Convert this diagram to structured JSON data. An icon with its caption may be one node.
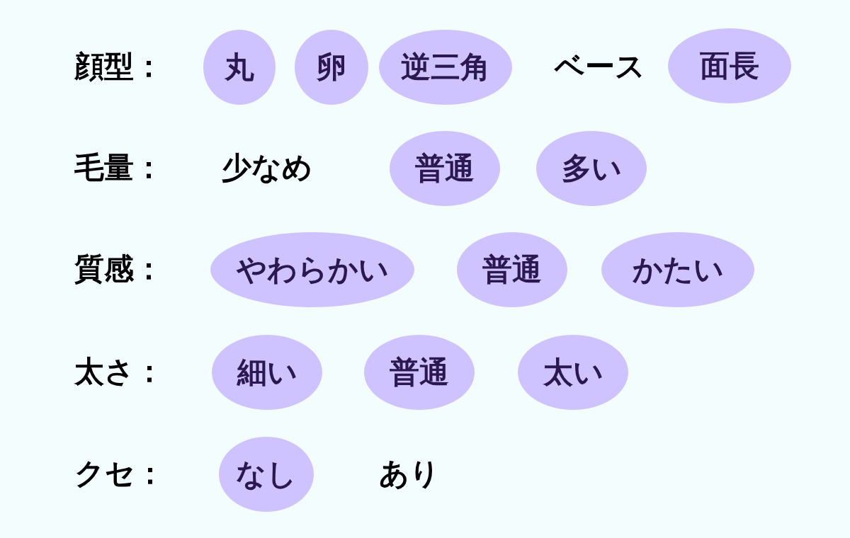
{
  "diagram": {
    "nodes": [
      {
        "text": [
          "丸"
        ]
      },
      {
        "text": [
          "卵"
        ]
      },
      {
        "text": [
          "逆三角"
        ]
      },
      {
        "text": [
          "面長"
        ]
      },
      {
        "text": [
          "普通"
        ]
      },
      {
        "text": [
          "多い"
        ]
      },
      {
        "text": [
          "やわらかい"
        ]
      },
      {
        "text": [
          "普通"
        ]
      },
      {
        "text": [
          "かたい"
        ]
      },
      {
        "text": [
          "細い"
        ]
      },
      {
        "text": [
          "普通"
        ]
      },
      {
        "text": [
          "太い"
        ]
      },
      {
        "text": [
          "なし"
        ]
      }
    ],
    "labels": [
      "顔型：",
      "ベース",
      "毛量：",
      "少なめ",
      "質感：",
      "太さ：",
      "クセ：",
      "あり"
    ]
  }
}
